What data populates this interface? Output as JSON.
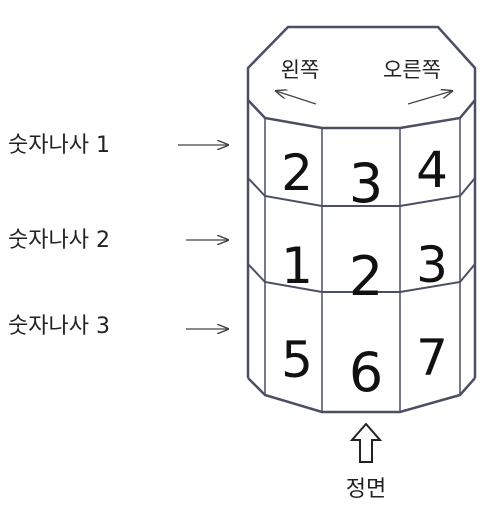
{
  "top": {
    "left_label": "왼쪽",
    "right_label": "오른쪽"
  },
  "rows": [
    {
      "label": "숫자나사 1",
      "digits": [
        "2",
        "3",
        "4"
      ]
    },
    {
      "label": "숫자나사 2",
      "digits": [
        "1",
        "2",
        "3"
      ]
    },
    {
      "label": "숫자나사 3",
      "digits": [
        "5",
        "6",
        "7"
      ]
    }
  ],
  "front_label": "정면",
  "colors": {
    "lines": "#4a4f66",
    "text": "#222222"
  }
}
